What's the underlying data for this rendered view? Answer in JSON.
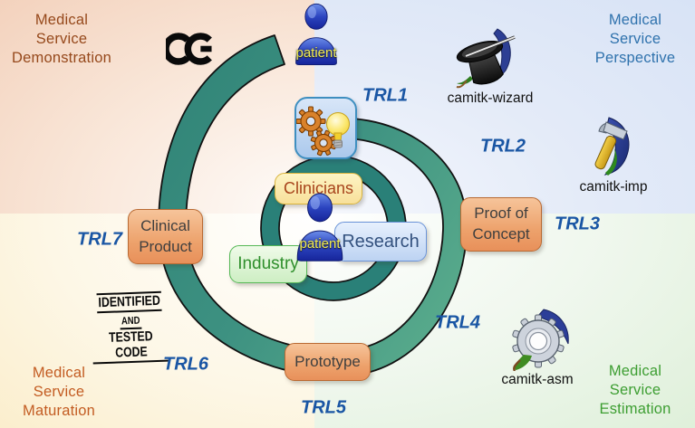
{
  "diagram_title": "CamiTK medical service TRL spiral",
  "quadrants": {
    "top_left": "Medical\nService\nDemonstration",
    "top_right": "Medical\nService\nPerspective",
    "bottom_left": "Medical\nService\nMaturation",
    "bottom_right": "Medical\nService\nEstimation"
  },
  "trl": {
    "t1": "TRL1",
    "t2": "TRL2",
    "t3": "TRL3",
    "t4": "TRL4",
    "t5": "TRL5",
    "t6": "TRL6",
    "t7": "TRL7"
  },
  "boxes": {
    "clinicians": "Clinicians",
    "research": "Research",
    "industry": "Industry",
    "clinical_product": "Clinical\nProduct",
    "proof_of_concept": "Proof of\nConcept",
    "prototype": "Prototype"
  },
  "actors": {
    "patient_top": "patient",
    "patient_center": "patient"
  },
  "tool_icons": {
    "wizard": "camitk-wizard",
    "imp": "camitk-imp",
    "asm": "camitk-asm"
  },
  "stamp": {
    "line1": "IDENTIFIED",
    "line2": "AND",
    "line3": "TESTED CODE"
  },
  "certification_mark": "CE",
  "colors": {
    "spiral_inner_teal": "#2a8078",
    "spiral_outer_green": "#7ecd9a",
    "trl_blue": "#1a56a4",
    "corner_tl_text": "#96491c",
    "corner_tr_text": "#2f72ad",
    "corner_bl_text": "#c35c22",
    "corner_br_text": "#3d9e32",
    "box_orange": "#eda26c",
    "box_yellow": "#f8e09a",
    "box_blue": "#bdd3f2",
    "box_green": "#cdeec3"
  }
}
